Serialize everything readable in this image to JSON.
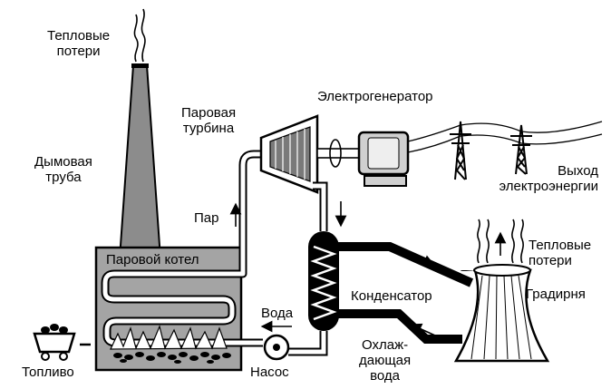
{
  "labels": {
    "chimney_heat_loss": [
      "Тепловые",
      "потери"
    ],
    "chimney": [
      "Дымовая",
      "труба"
    ],
    "turbine": [
      "Паровая",
      "турбина"
    ],
    "generator": "Электрогенератор",
    "power_output": [
      "Выход",
      "электроэнергии"
    ],
    "steam": "Пар",
    "boiler": "Паровой котел",
    "water": "Вода",
    "condenser": "Конденсатор",
    "tower_heat_loss": [
      "Тепловые",
      "потери"
    ],
    "cooling_tower": "Градирня",
    "cooling_water": [
      "Охлаж-",
      "дающая",
      "вода"
    ],
    "pump": "Насос",
    "fuel": "Топливо"
  }
}
